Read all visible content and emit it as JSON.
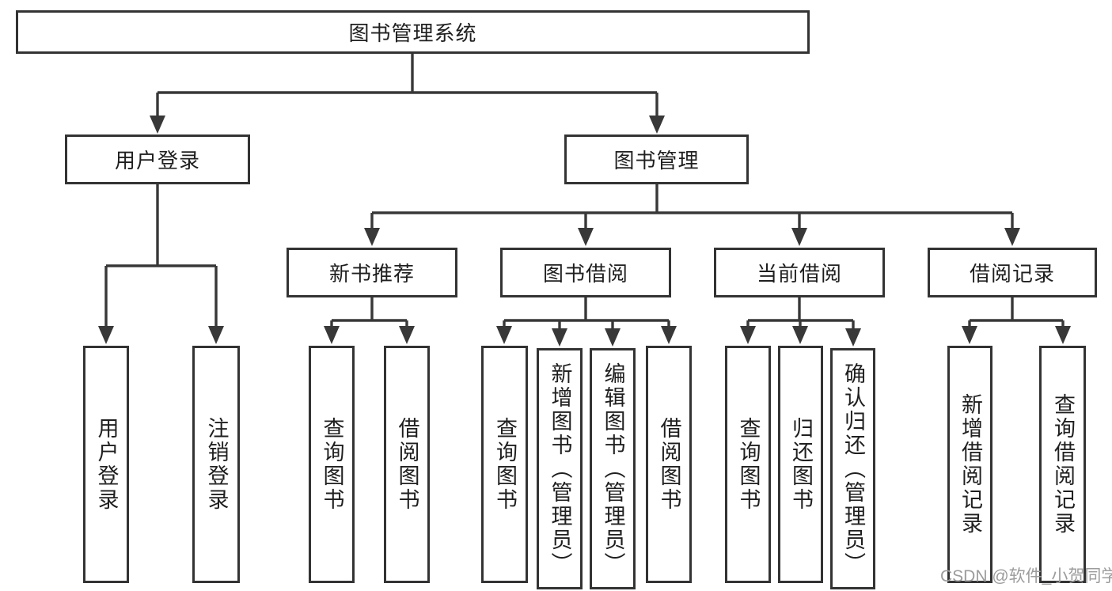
{
  "diagram": {
    "root": {
      "label": "图书管理系统"
    },
    "level2": [
      {
        "label": "用户登录"
      },
      {
        "label": "图书管理"
      }
    ],
    "level3": [
      {
        "label": "新书推荐"
      },
      {
        "label": "图书借阅"
      },
      {
        "label": "当前借阅"
      },
      {
        "label": "借阅记录"
      }
    ],
    "leaves": {
      "user_login": [
        {
          "label": "用户登录"
        },
        {
          "label": "注销登录"
        }
      ],
      "new_book_recommend": [
        {
          "label": "查询图书"
        },
        {
          "label": "借阅图书"
        }
      ],
      "book_borrow": [
        {
          "label": "查询图书"
        },
        {
          "label": "新增图书（管理员）"
        },
        {
          "label": "编辑图书（管理员）"
        },
        {
          "label": "借阅图书"
        }
      ],
      "current_borrow": [
        {
          "label": "查询图书"
        },
        {
          "label": "归还图书"
        },
        {
          "label": "确认归还（管理员）"
        }
      ],
      "borrow_records": [
        {
          "label": "新增借阅记录"
        },
        {
          "label": "查询借阅记录"
        }
      ]
    },
    "watermark": "CSDN @软件_小贺同学",
    "colors": {
      "line": "#383838",
      "box_border": "#333333",
      "text": "#1f1f1f",
      "watermark": "#9c9c9c",
      "background": "#ffffff"
    }
  }
}
